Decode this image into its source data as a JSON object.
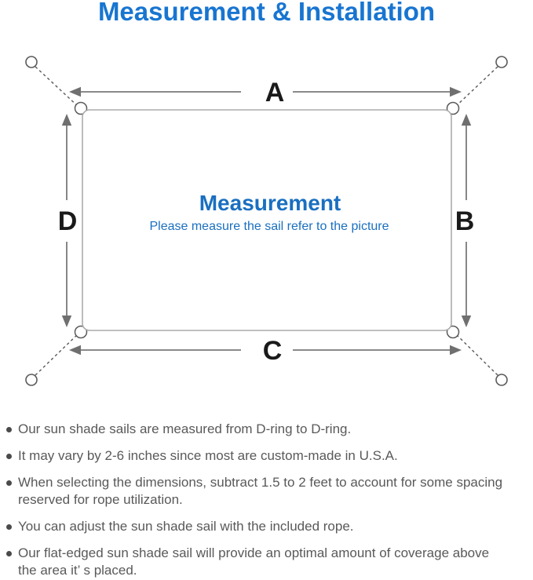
{
  "title": "Measurement & Installation",
  "colors": {
    "title_blue": "#1875D1",
    "center_blue": "#1A6FC0",
    "dimension_line_gray": "#7a7a7a",
    "sail_outline_gray": "#ababab",
    "bullet_text_gray": "#595959",
    "dim_letter_black": "#1a1a1a"
  },
  "diagram": {
    "center_title": "Measurement",
    "center_subtitle": "Please measure the sail refer to the picture",
    "dim_labels": {
      "top": "A",
      "right": "B",
      "bottom": "C",
      "left": "D"
    }
  },
  "bullets": [
    {
      "lines": [
        "Our sun shade sails are measured from D-ring to D-ring."
      ]
    },
    {
      "lines": [
        "It may vary by 2-6 inches since most are custom-made in U.S.A."
      ]
    },
    {
      "lines": [
        "When selecting the dimensions, subtract 1.5 to 2 feet to account for some spacing",
        "reserved for rope utilization."
      ]
    },
    {
      "lines": [
        "You can adjust the sun shade sail with the included rope."
      ]
    },
    {
      "lines": [
        "Our flat-edged sun shade sail will provide an optimal amount of coverage above",
        "the area it’ s placed."
      ]
    }
  ]
}
